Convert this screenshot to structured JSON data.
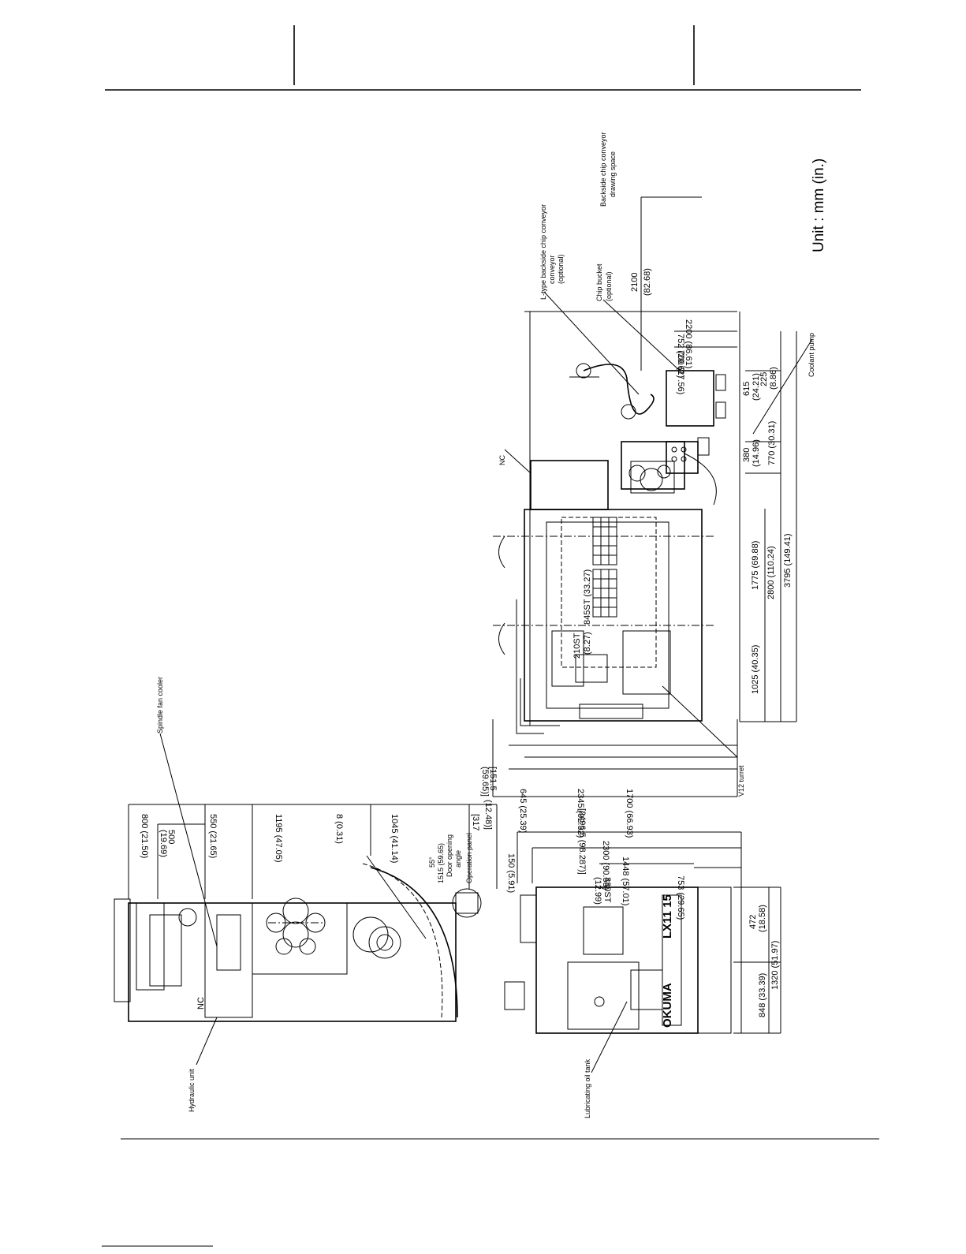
{
  "unit_label": "Unit :  mm (in.)",
  "plan_view": {
    "labels": {
      "nc": "NC",
      "l_type_conveyor": "L-type backside chip conveyor",
      "l_type_conveyor_opt": "(optional)",
      "conveyor_word": "conveyor",
      "chip_bucket": "Chip bucket",
      "chip_bucket_opt": "(optional)",
      "backside_space_1": "Backside chip conveyor",
      "backside_space_2": "drawing space",
      "coolant_pump": "Coolant pump",
      "v12_turret": "V12 turret"
    },
    "dims": {
      "d2100": "2100",
      "d2100_in": "(82.68)",
      "d2200": "2200 (86.61)",
      "d752": "752 (29.61)",
      "d700": "700 (27.56)",
      "d615": "615",
      "d615_in": "(24.21)",
      "d225": "225",
      "d225_in": "(8.86)",
      "d380": "380",
      "d380_in": "(14.96)",
      "d770": "770 (30.31)",
      "d1775": "1775 (69.88)",
      "d2800": "2800 (110.24)",
      "d3795": "3795 (149.41)",
      "d1025": "1025 (40.35)",
      "d845": "845ST (33.27)",
      "d210": "210ST",
      "d210_in": "(8.27)",
      "d1515": "[151.5",
      "d5965": "(59.65)]",
      "d645": "645 (25.39)",
      "d1700": "1700 (66.93)",
      "d2345": "2345 (92.32)",
      "d24965": "[2496.5 (98.287)]"
    }
  },
  "front_view": {
    "labels": {
      "spindle_fan": "Spindle fan cooler",
      "hydraulic": "Hydraulic unit",
      "nc": "NC",
      "operation_panel": "Operation panel",
      "door_angle": "Door opening",
      "door_angle2": "angle",
      "angle55": "55°",
      "d1515": "1515 (59.65)"
    },
    "dims": {
      "d800": "800 (21.50)",
      "d500": "500",
      "d500_in": "(19.69)",
      "d550": "550 (21.65)",
      "d1195": "1195 (47.05)",
      "d8": "8 (0.31)",
      "d1045": "1045 (41.14)",
      "d317": "[317",
      "d1248": "(12.48)]"
    }
  },
  "side_view": {
    "labels": {
      "lubricating": "Lubricating oil tank",
      "brand": "OKUMA",
      "model": "LX11 15"
    },
    "dims": {
      "d2300": "2300 (90.55)",
      "d150": "150 (5.91)",
      "d1448": "1448 (57.01)",
      "d330": "330ST",
      "d330_in": "(12.99)",
      "d753": "753 (29.65)",
      "d472": "472",
      "d472_in": "(18.58)",
      "d848": "848 (33.39)",
      "d1320": "1320 (51.97)"
    }
  }
}
